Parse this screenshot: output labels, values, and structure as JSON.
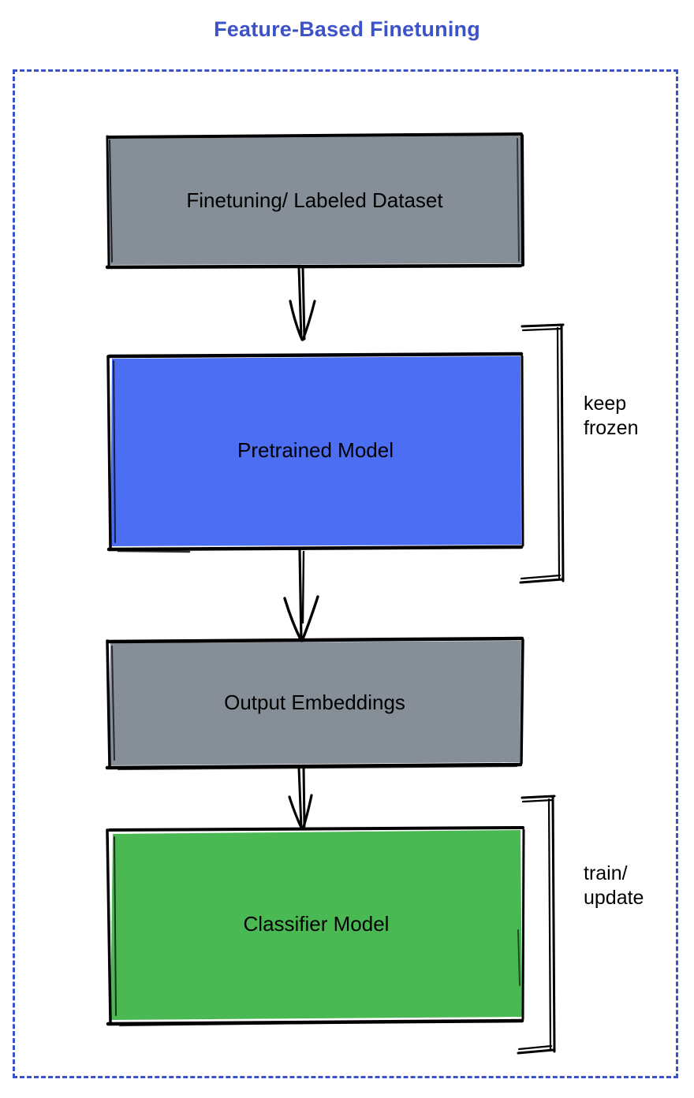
{
  "title": "Feature-Based Finetuning",
  "colors": {
    "title": "#3c52c9",
    "frame_border": "#3c52c9",
    "gray_node": "#868e98",
    "blue_node": "#4c6ef2",
    "green_node": "#4ab954",
    "stroke": "#000000",
    "background": "#ffffff"
  },
  "flow": {
    "nodes": [
      {
        "id": "dataset",
        "label": "Finetuning/ Labeled Dataset",
        "fill": "#868e98"
      },
      {
        "id": "pretrained",
        "label": "Pretrained Model",
        "fill": "#4c6ef2"
      },
      {
        "id": "embeddings",
        "label": "Output Embeddings",
        "fill": "#868e98"
      },
      {
        "id": "classifier",
        "label": "Classifier Model",
        "fill": "#4ab954"
      }
    ],
    "edges": [
      {
        "from": "dataset",
        "to": "pretrained",
        "style": "hand-drawn-arrow-down"
      },
      {
        "from": "pretrained",
        "to": "embeddings",
        "style": "hand-drawn-arrow-down"
      },
      {
        "from": "embeddings",
        "to": "classifier",
        "style": "hand-drawn-arrow-down"
      }
    ]
  },
  "annotations": [
    {
      "id": "keep-frozen",
      "text": "keep\nfrozen",
      "targets": [
        "pretrained"
      ]
    },
    {
      "id": "train-update",
      "text": "train/\nupdate",
      "targets": [
        "classifier"
      ]
    }
  ],
  "icons": {
    "arrow_down": "arrow-down-icon",
    "bracket_right": "curly-bracket-icon"
  }
}
